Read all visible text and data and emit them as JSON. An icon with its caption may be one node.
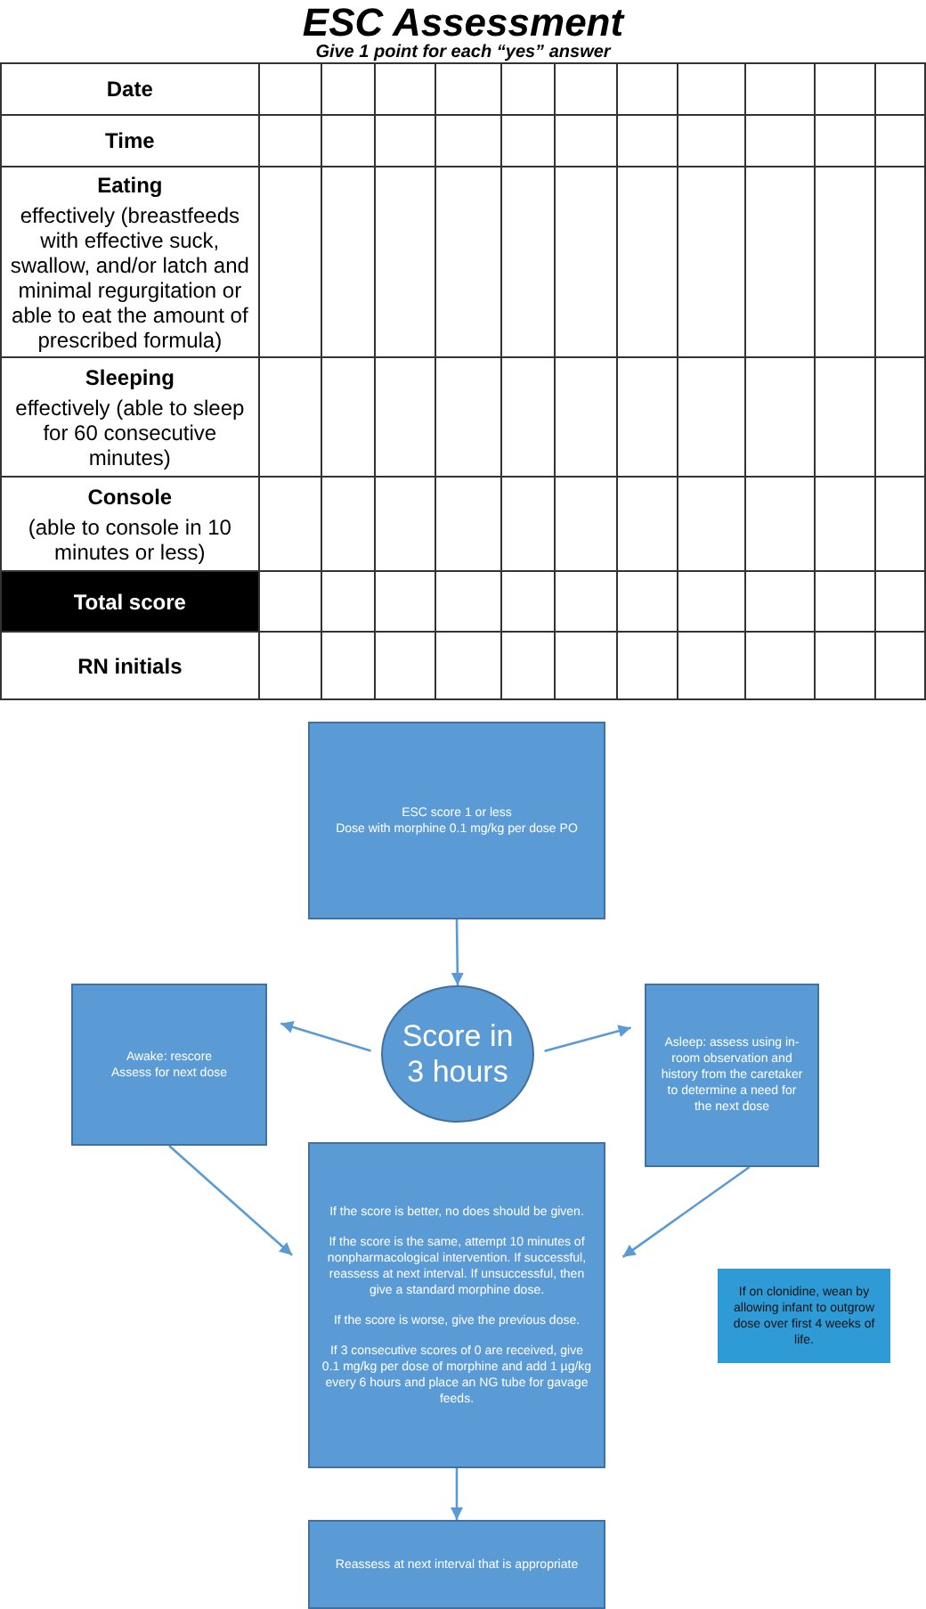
{
  "diagram": {
    "title": "ESC Assessment",
    "nodes": [
      {
        "text": [
          "ESC score 1 or less",
          "Dose with morphine 0.1 mg/kg per dose PO"
        ]
      },
      {
        "text": [
          "Score in 3 hours"
        ]
      },
      {
        "text": [
          "Awake: rescore",
          "Assess for next dose"
        ]
      },
      {
        "text": [
          "Asleep: assess using in-room observation and history from the caretaker to determine a need for the next dose"
        ]
      },
      {
        "text": [
          "If the score is better, no does should be given.",
          "If the score is the same, attempt 10 minutes of nonpharmacological intervention. If successful, reassess at next interval. If unsuccessful, then give a standard morphine dose.",
          "If the score is worse, give the previous dose.",
          "If 3 consecutive scores of 0 are received, give 0.1 mg/kg per dose of morphine and add 1 µg/kg every 6 hours and place an NG tube for gavage feeds."
        ]
      },
      {
        "text": [
          "Reassess at next interval that is appropriate"
        ]
      },
      {
        "text": [
          "If on clonidine, wean by allowing infant to outgrow dose over first 4 weeks of life."
        ]
      }
    ],
    "edges": [
      {
        "from": 0,
        "to": 1,
        "arrow": "to"
      },
      {
        "from": 1,
        "to": 2,
        "arrow": "to"
      },
      {
        "from": 1,
        "to": 3,
        "arrow": "to"
      },
      {
        "from": 2,
        "to": 4,
        "arrow": "to"
      },
      {
        "from": 3,
        "to": 4,
        "arrow": "to"
      },
      {
        "from": 4,
        "to": 5,
        "arrow": "to"
      }
    ],
    "labels": [
      "Give 1 point for each “yes” answer",
      "Date",
      "Time",
      "Eating",
      "effectively (breastfeeds with effective suck, swallow, and/or latch and minimal regurgitation or able to eat the amount of prescribed formula)",
      "Sleeping",
      "effectively (able to sleep for 60 consecutive minutes)",
      "Console",
      "(able to console in 10 minutes or less)",
      "Total score",
      "RN initials"
    ]
  }
}
